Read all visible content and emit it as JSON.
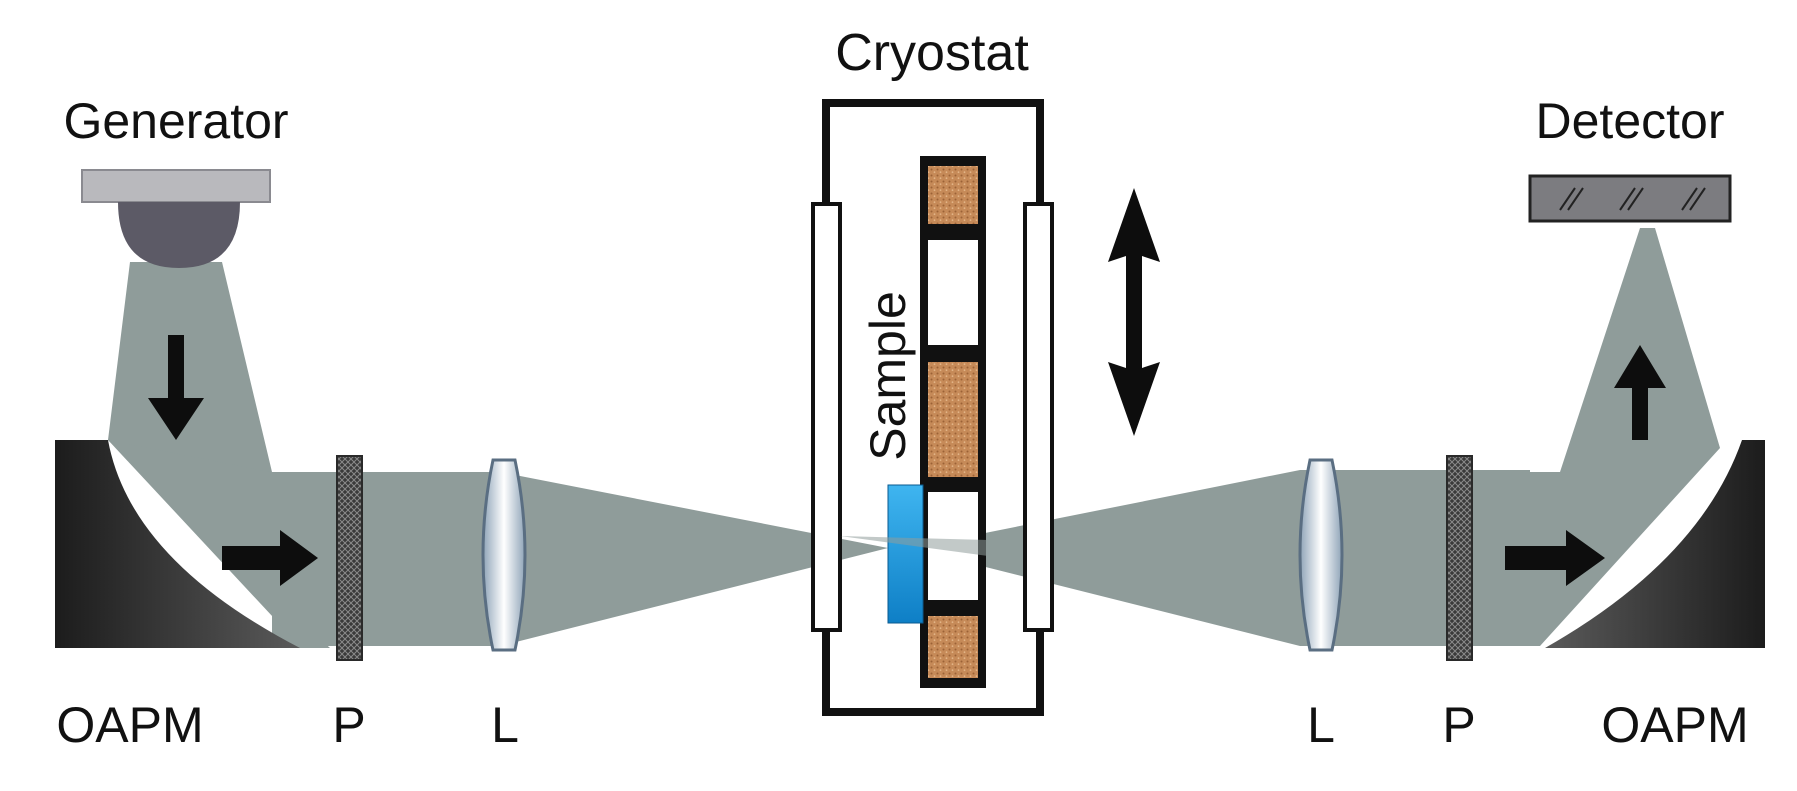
{
  "labels": {
    "cryostat": "Cryostat",
    "generator": "Generator",
    "detector": "Detector",
    "sample": "Sample",
    "oapm_left": "OAPM",
    "p_left": "P",
    "l_left": "L",
    "l_right": "L",
    "p_right": "P",
    "oapm_right": "OAPM"
  },
  "colors": {
    "beam": "#8f9c9a",
    "mirror_dark": "#2e2e2e",
    "mirror_light": "#6a6a6a",
    "generator_plate": "#b9b9bd",
    "generator_dome": "#5c5a66",
    "detector_body": "#7c7c80",
    "lens": "#dfe6f0",
    "sample": "#1f9de0",
    "holder_frame": "#111111",
    "holder_fill": "#c58a5a"
  }
}
